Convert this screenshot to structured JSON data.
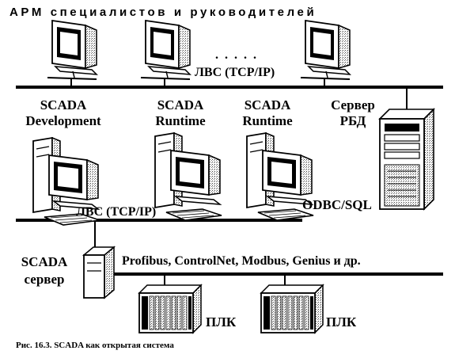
{
  "diagram": {
    "top_title": "АРМ специалистов и руководителей",
    "dots": ". . . . .",
    "lan_top_label": "ЛВС (TCP/IP)",
    "scada_dev_line1": "SCADA",
    "scada_dev_line2": "Development",
    "scada_rt1_line1": "SCADA",
    "scada_rt1_line2": "Runtime",
    "scada_rt2_line1": "SCADA",
    "scada_rt2_line2": "Runtime",
    "db_server_line1": "Сервер",
    "db_server_line2": "РБД",
    "lan_mid_label": "ЛВС (TCP/IP)",
    "odbc_label": "ODBC/SQL",
    "scada_server_line1": "SCADA",
    "scada_server_line2": "сервер",
    "fieldbus_label": "Profibus, ControlNet, Modbus, Genius и др.",
    "plc1_label": "ПЛК",
    "plc2_label": "ПЛК",
    "caption": "Рис. 16.3. SCADA как открытая система"
  },
  "icons": {
    "workstation": "crt-monitor-computer-icon",
    "database_server": "tower-server-icon",
    "scada_server": "small-server-icon",
    "plc": "plc-rack-icon"
  },
  "colors": {
    "ink": "#000000",
    "background": "#ffffff"
  }
}
